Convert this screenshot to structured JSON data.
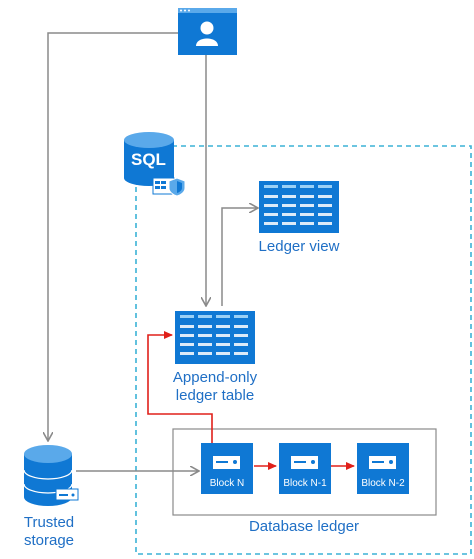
{
  "diagram": {
    "sql_badge": "SQL",
    "ledger_view_label": "Ledger view",
    "append_table_label_line1": "Append-only",
    "append_table_label_line2": "ledger table",
    "trusted_storage_line1": "Trusted",
    "trusted_storage_line2": "storage",
    "database_ledger_label": "Database ledger",
    "blocks": [
      "Block N",
      "Block N-1",
      "Block N-2"
    ]
  },
  "colors": {
    "accent_blue": "#1f6fc5",
    "icon_blue": "#0f78d4",
    "dashed_border": "#3bb2d6",
    "arrow_gray": "#8a8a8a",
    "arrow_red": "#e0201a",
    "box_border": "#8a8a8a"
  },
  "icons": [
    "user-window-icon",
    "sql-database-icon",
    "table-icon",
    "storage-cylinder-icon",
    "block-icon"
  ]
}
